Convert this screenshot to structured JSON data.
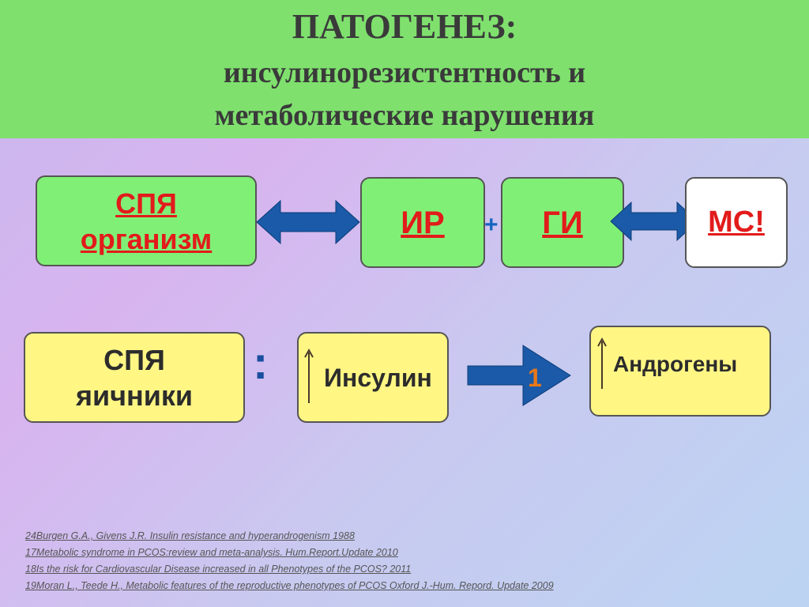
{
  "header": {
    "line1": "ПАТОГЕНЕЗ:",
    "line2": "инсулинорезистентность и",
    "line3": "метаболические нарушения"
  },
  "boxes": {
    "spya_body_l1": "СПЯ",
    "spya_body_l2": "организм",
    "ir": "ИР",
    "plus": "+",
    "gi": "ГИ",
    "ms": "МС!",
    "spya_ovary_l1": "СПЯ",
    "spya_ovary_l2": "яичники",
    "colon": ":",
    "insulin": "Инсулин",
    "arrow_label": "1",
    "androgens": "Андрогены"
  },
  "references": [
    "24Burgen G.A., Givens J.R. Insulin resistance and hyperandrogenism 1988",
    "17Metabolic syndrome in PCOS:review and meta-analysis. Hum.Report.Update 2010",
    "18Is the risk for Cardiovascular Disease increased in all Phenotypes of the PCOS? 2011",
    "19Moran L., Teede H., Metabolic features of the reproductive phenotypes of PCOS Oxford J.-Hum. Repord. Update 2009"
  ],
  "colors": {
    "header_bg": "#7fe06e",
    "green_box": "#80ef76",
    "yellow_box": "#fff684",
    "red_text": "#e21b1b",
    "arrow_blue": "#1a5aa8"
  }
}
